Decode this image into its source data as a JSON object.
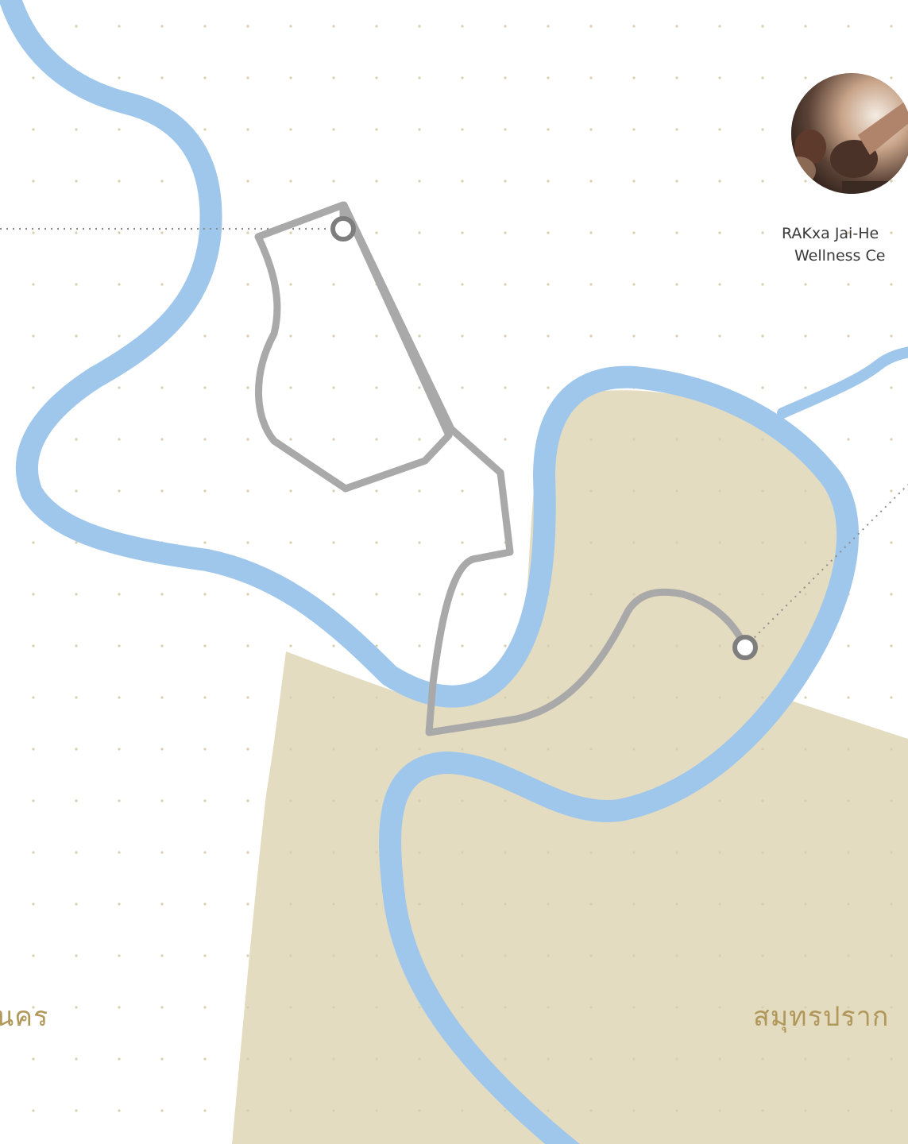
{
  "map": {
    "colors": {
      "land": "#e4dcc0",
      "water": "#9fc7ec",
      "route": "#a9a9a9",
      "dots": "#d8cfb1",
      "label": "#b0975a",
      "poi_text": "#3a3a3a"
    },
    "labels": {
      "left_province": "นคร",
      "right_province": "สมุทรปราก"
    },
    "poi": {
      "name_line1": "RAKxa Jai-He",
      "name_line2": "Wellness Ce",
      "icon": "photo-thumbnail-icon"
    },
    "markers": [
      "route-start-marker",
      "route-end-marker"
    ]
  }
}
